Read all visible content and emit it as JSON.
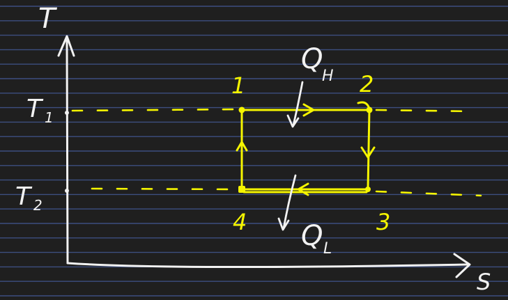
{
  "axes": {
    "y_label": "T",
    "x_label": "S",
    "t1_label": "T",
    "t1_sub": "1",
    "t2_label": "T",
    "t2_sub": "2"
  },
  "states": {
    "p1": "1",
    "p2": "2",
    "p3": "3",
    "p4": "4"
  },
  "heat": {
    "qh_main": "Q",
    "qh_sub": "H",
    "ql_main": "Q",
    "ql_sub": "L"
  },
  "colors": {
    "background": "#1f1f1f",
    "ruled_line": "#3d4f80",
    "chalk_white": "#f2f2f2",
    "highlighter_yellow": "#f5f500"
  }
}
